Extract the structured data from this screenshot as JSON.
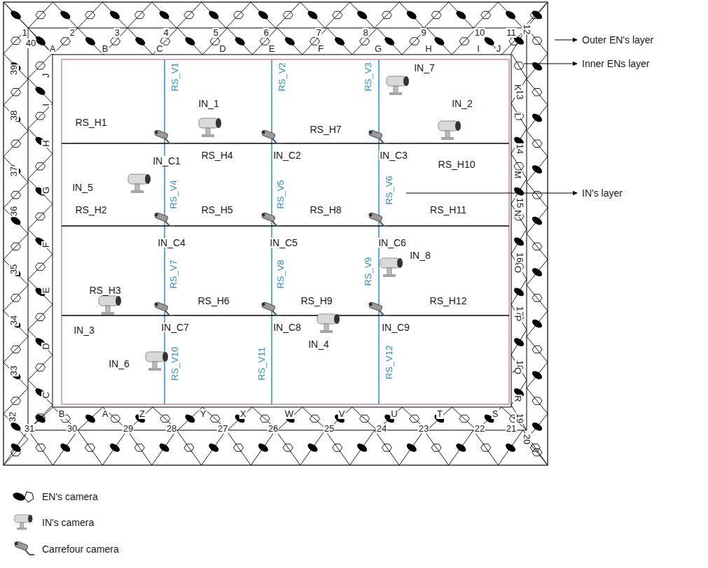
{
  "diagram": {
    "labels": [
      "1",
      "2",
      "3",
      "4",
      "5",
      "6",
      "7",
      "8",
      "9",
      "10",
      "11",
      "12",
      "13",
      "14",
      "15",
      "16",
      "17",
      "18",
      "19",
      "20",
      "21",
      "22",
      "23",
      "24",
      "25",
      "26",
      "27",
      "28",
      "29",
      "30",
      "31",
      "32",
      "33",
      "34",
      "35",
      "36",
      "37",
      "38",
      "39",
      "40",
      "A",
      "B",
      "C",
      "D",
      "E",
      "F",
      "G",
      "H",
      "I",
      "J",
      "K",
      "L",
      "M",
      "N",
      "O",
      "P",
      "Q",
      "R",
      "B",
      "A",
      "Z",
      "Y",
      "X",
      "W",
      "V",
      "U",
      "T",
      "S",
      "J",
      "I",
      "H",
      "G",
      "F",
      "E",
      "D",
      "C",
      "RS_V1",
      "RS_V2",
      "RS_V3",
      "RS_V4",
      "RS_V5",
      "RS_V6",
      "RS_V7",
      "RS_V8",
      "RS_V9",
      "RS_V10",
      "RS_V11",
      "RS_V12",
      "RS_H1",
      "RS_H2",
      "RS_H3",
      "RS_H4",
      "RS_H5",
      "RS_H6",
      "RS_H7",
      "RS_H8",
      "RS_H9",
      "RS_H10",
      "RS_H11",
      "RS_H12",
      "IN_1",
      "IN_2",
      "IN_3",
      "IN_4",
      "IN_5",
      "IN_6",
      "IN_7",
      "IN_8",
      "IN_C1",
      "IN_C2",
      "IN_C3",
      "IN_C4",
      "IN_C5",
      "IN_C6",
      "IN_C7",
      "IN_C8",
      "IN_C9",
      "Outer EN's layer",
      "Inner ENs layer",
      "IN's layer"
    ],
    "legend": [
      {
        "text": "EN's camera"
      },
      {
        "text": "IN's camera"
      },
      {
        "text": "Carrefour camera"
      }
    ]
  }
}
